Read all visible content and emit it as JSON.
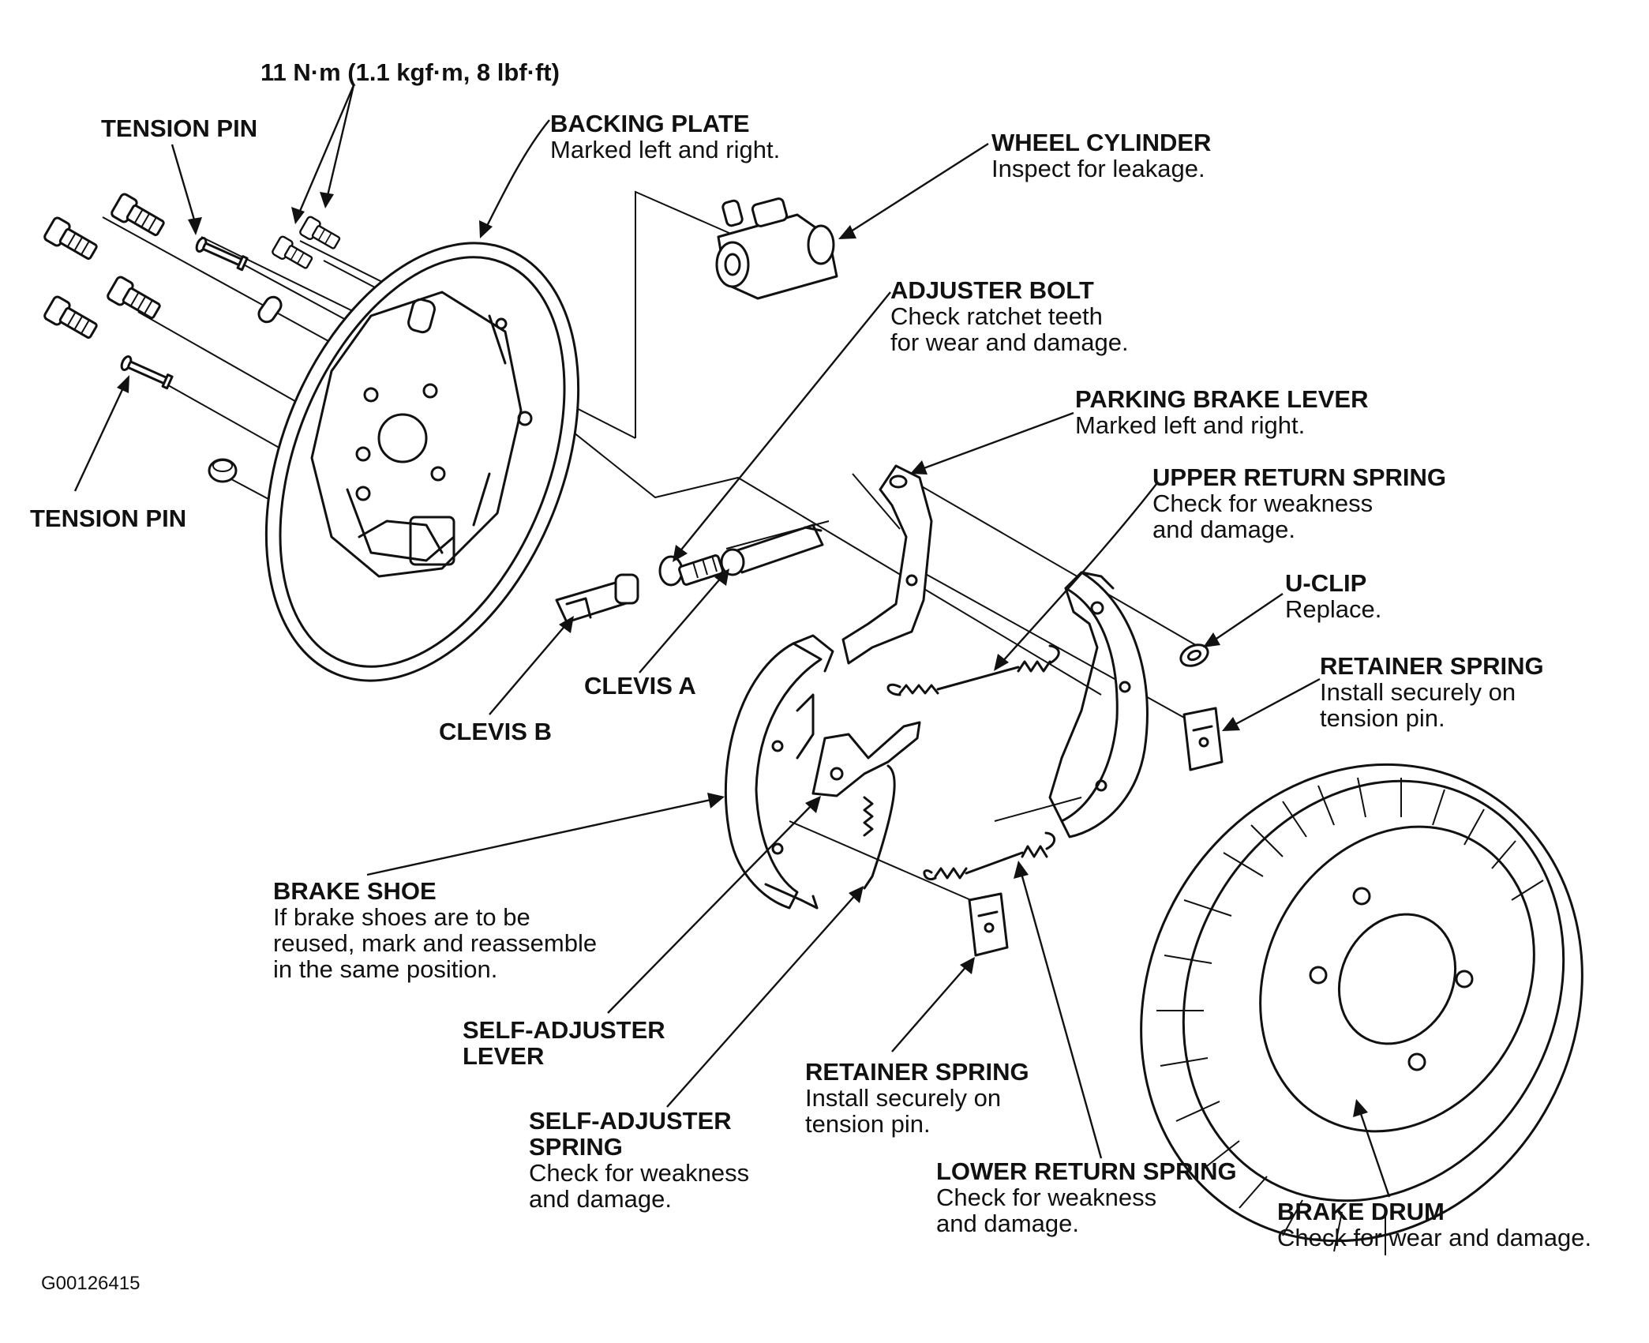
{
  "diagram": {
    "torque_spec": "11 N·m (1.1 kgf·m, 8 lbf·ft)",
    "figure_id": "G00126415",
    "labels": {
      "tension_pin_top": {
        "title": "TENSION PIN",
        "desc": ""
      },
      "tension_pin_bottom": {
        "title": "TENSION PIN",
        "desc": ""
      },
      "backing_plate": {
        "title": "BACKING PLATE",
        "desc": "Marked left and right."
      },
      "wheel_cylinder": {
        "title": "WHEEL CYLINDER",
        "desc": "Inspect for leakage."
      },
      "adjuster_bolt": {
        "title": "ADJUSTER BOLT",
        "desc": "Check ratchet teeth\nfor wear and damage."
      },
      "parking_brake_lever": {
        "title": "PARKING BRAKE LEVER",
        "desc": "Marked left and right."
      },
      "upper_return_spring": {
        "title": "UPPER RETURN SPRING",
        "desc": "Check for weakness\nand damage."
      },
      "u_clip": {
        "title": "U-CLIP",
        "desc": "Replace."
      },
      "retainer_spring_right": {
        "title": "RETAINER SPRING",
        "desc": "Install securely on\ntension pin."
      },
      "clevis_a": {
        "title": "CLEVIS A",
        "desc": ""
      },
      "clevis_b": {
        "title": "CLEVIS B",
        "desc": ""
      },
      "brake_shoe": {
        "title": "BRAKE SHOE",
        "desc": "If brake shoes are to be\nreused, mark and reassemble\nin the same position."
      },
      "self_adjuster_lever": {
        "title": "SELF-ADJUSTER\nLEVER",
        "desc": ""
      },
      "self_adjuster_spring": {
        "title": "SELF-ADJUSTER\nSPRING",
        "desc": "Check for weakness\nand damage."
      },
      "retainer_spring_bottom": {
        "title": "RETAINER SPRING",
        "desc": "Install securely on\ntension pin."
      },
      "lower_return_spring": {
        "title": "LOWER RETURN SPRING",
        "desc": "Check for weakness\nand damage."
      },
      "brake_drum": {
        "title": "BRAKE DRUM",
        "desc": "Check for wear and damage."
      }
    }
  }
}
